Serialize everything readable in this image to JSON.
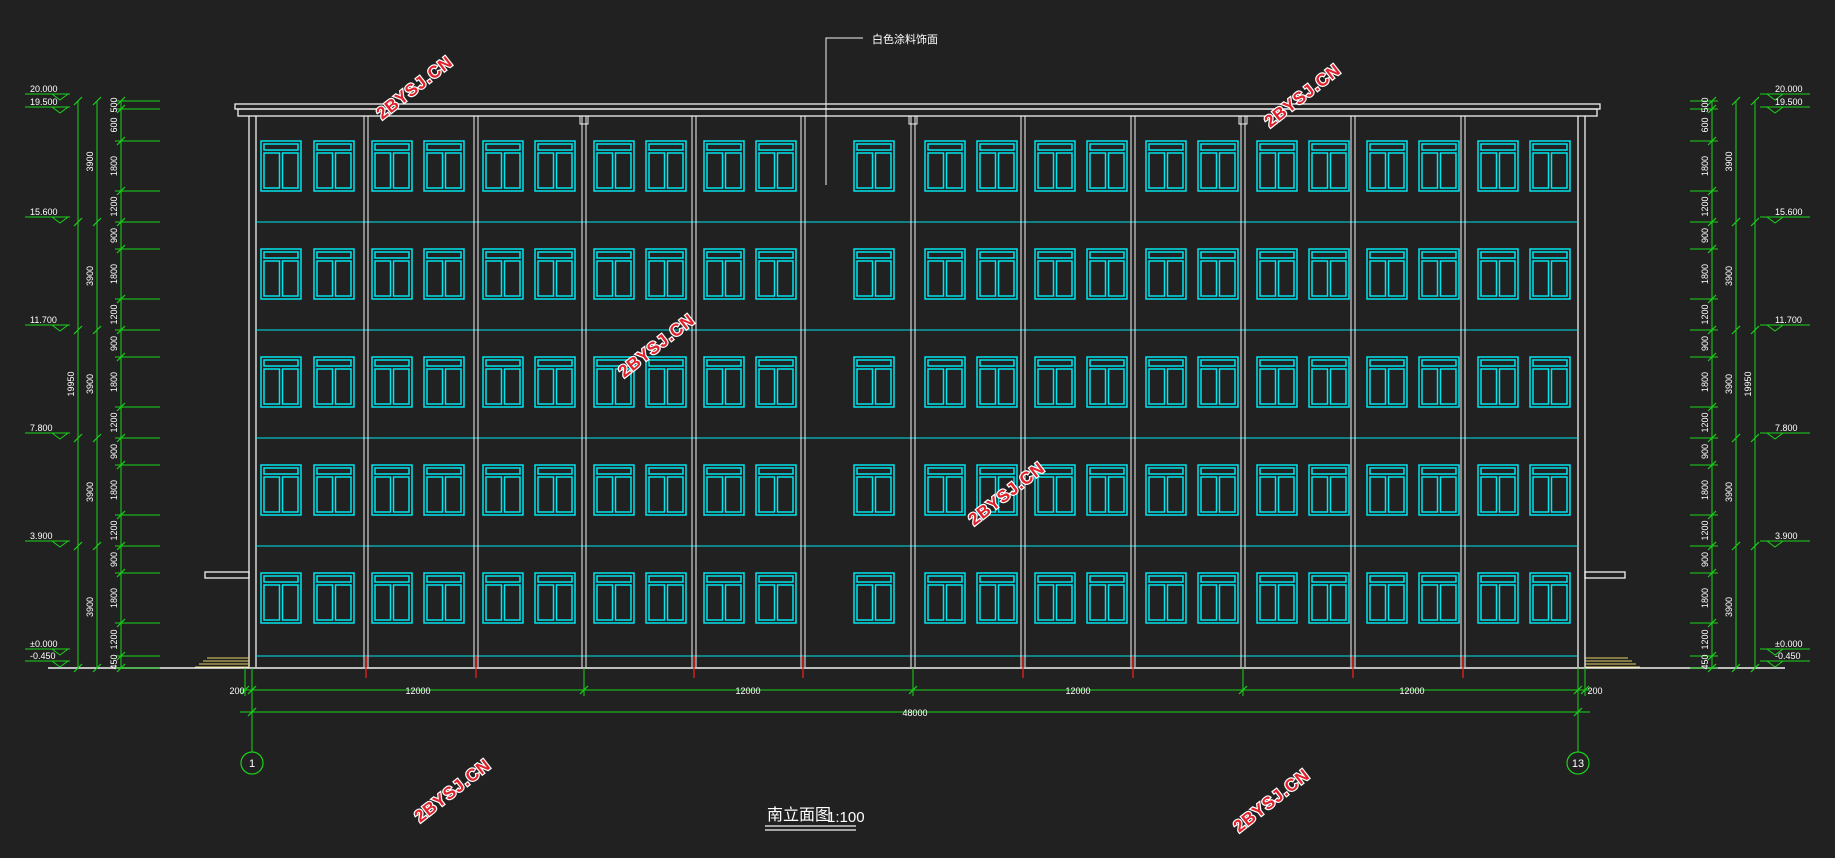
{
  "note": {
    "text": "白色涂料饰面"
  },
  "title": {
    "text": "南立面图",
    "scale": "1:100"
  },
  "watermark": {
    "text": "2BYSJ.CN"
  },
  "axes": {
    "left": "1",
    "right": "13"
  },
  "levels_left": [
    "20.000",
    "19.500",
    "15.600",
    "11.700",
    "7.800",
    "3.900",
    "±0.000",
    "-0.450"
  ],
  "levels_right": [
    "20.000",
    "19.500",
    "15.600",
    "11.700",
    "7.800",
    "3.900",
    "±0.000",
    "-0.450"
  ],
  "dims_inner": [
    "500",
    "600",
    "1800",
    "1200",
    "900",
    "1800",
    "1200",
    "900",
    "1800",
    "1200",
    "900",
    "1800",
    "1200",
    "900",
    "1800",
    "1200",
    "450"
  ],
  "dims_floor": [
    "3900",
    "3900",
    "3900",
    "3900",
    "3900"
  ],
  "dims_total": "19950",
  "bottom_dims": {
    "edge_left": "200",
    "bays": [
      "12000",
      "12000",
      "12000",
      "12000"
    ],
    "edge_right": "200",
    "total": "48000"
  },
  "colors": {
    "background": "#212121",
    "window": "#00e5ee",
    "outline": "#f2f2f2",
    "dimension": "#19d219",
    "marker": "#e02020"
  }
}
